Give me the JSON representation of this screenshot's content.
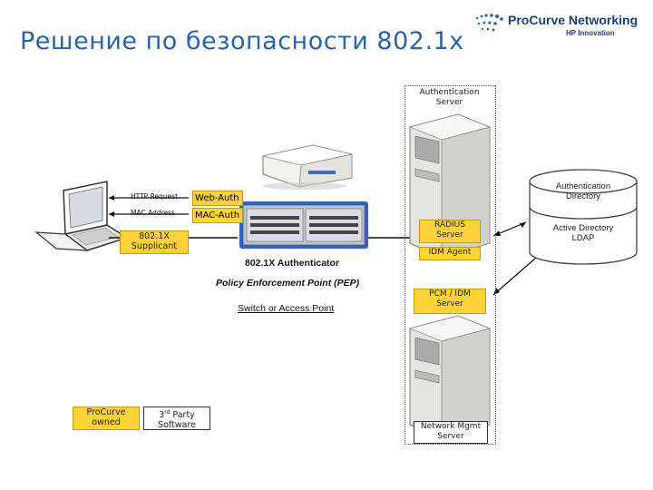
{
  "title": "Решение по безопасности  802.1x",
  "logo": {
    "brand": "ProCurve Networking",
    "sub": "HP Innovation"
  },
  "auth_server_box": {
    "label_line1": "Authentication",
    "label_line2": "Server"
  },
  "radius": {
    "line1": "RADIUS",
    "line2": "Server"
  },
  "idm_agent": "IDM Agent",
  "pcm_idm": {
    "line1": "PCM / IDM",
    "line2": "Server"
  },
  "netmgmt": {
    "line1": "Network Mgmt",
    "line2": "Server"
  },
  "auth_directory": {
    "line1": "Authentication",
    "line2": "Directory",
    "line3": "Active Directory",
    "line4": "LDAP"
  },
  "http_request": "HTTP Request",
  "mac_address": "MAC Address",
  "web_auth": "Web-Auth",
  "mac_auth": "MAC-Auth",
  "supplicant": {
    "line1": "802.1X",
    "line2": "Supplicant"
  },
  "authenticator": "802.1X Authenticator",
  "pep": "Policy Enforcement Point (PEP)",
  "switch_ap": "Switch or Access Point",
  "legend": {
    "owned_line1": "ProCurve",
    "owned_line2": "owned",
    "third_sup": "rd",
    "third_pre": "3",
    "third_post": " Party",
    "third_line2": "Software"
  }
}
